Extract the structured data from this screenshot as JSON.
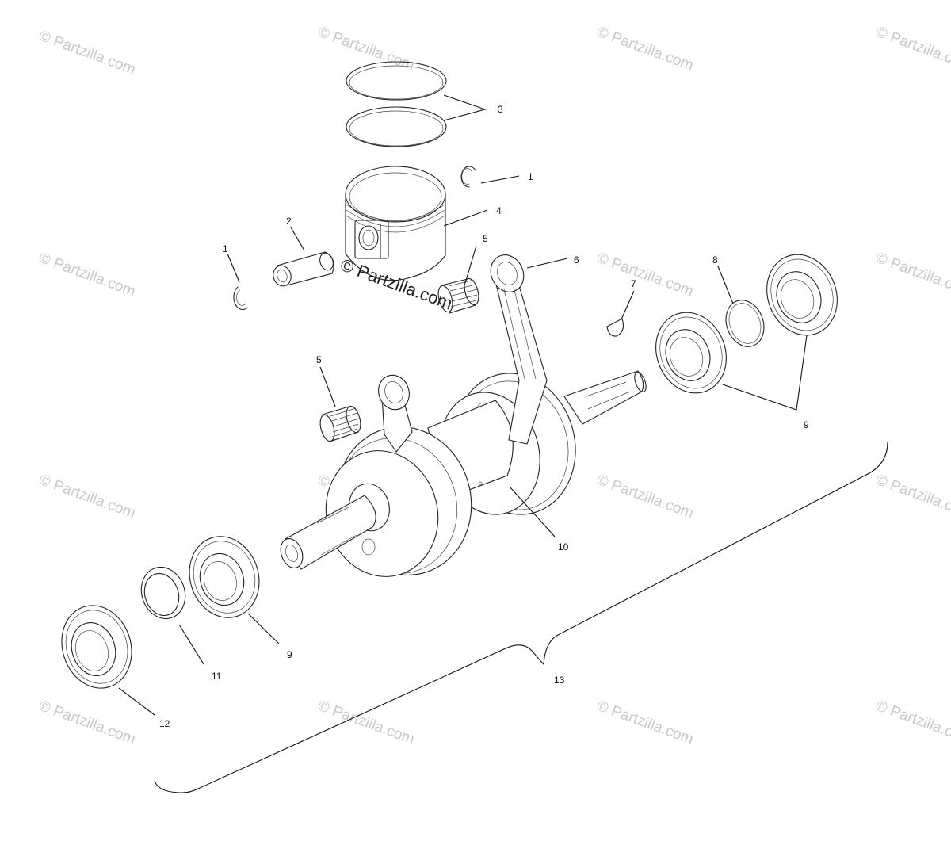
{
  "watermark": {
    "text": "© Partzilla.com",
    "center_text": "© Partzilla.com"
  },
  "callouts": {
    "c1_right": "1",
    "c1_left": "1",
    "c2": "2",
    "c3": "3",
    "c4": "4",
    "c5_upper": "5",
    "c5_lower": "5",
    "c6": "6",
    "c7": "7",
    "c8": "8",
    "c9_right": "9",
    "c9_left": "9",
    "c10": "10",
    "c11": "11",
    "c12": "12",
    "c13": "13"
  },
  "colors": {
    "line": "#222222",
    "watermark": "#c9c9c9",
    "background": "#ffffff"
  }
}
